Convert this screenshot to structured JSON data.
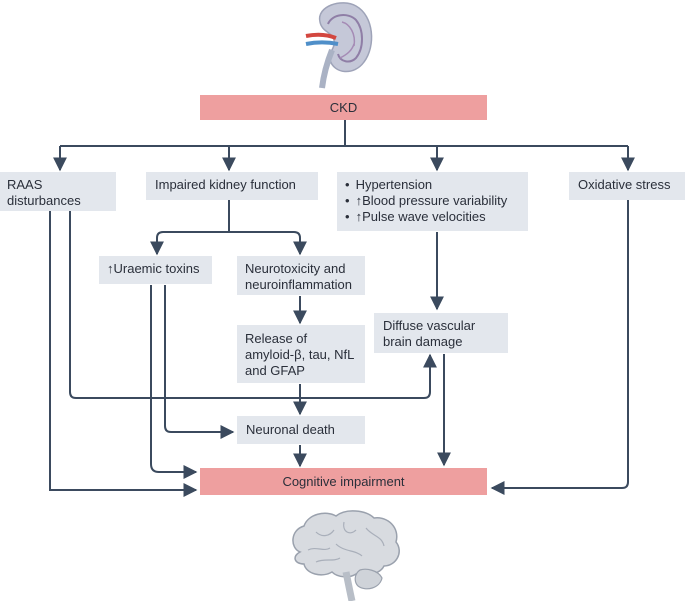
{
  "nodes": {
    "ckd": "CKD",
    "raas": [
      "RAAS",
      "disturbances"
    ],
    "impaired": "Impaired kidney function",
    "vascular_bullets": [
      "Hypertension",
      "↑Blood pressure variability",
      "↑Pulse wave velocities"
    ],
    "oxidative": "Oxidative stress",
    "uraemic": "↑Uraemic toxins",
    "neurotox": [
      "Neurotoxicity and",
      "neuroinflammation"
    ],
    "release": [
      "Release of",
      "amyloid-β, tau, NfL",
      "and GFAP"
    ],
    "diffuse": [
      "Diffuse vascular",
      "brain damage"
    ],
    "neuronal": "Neuronal death",
    "cognitive": "Cognitive impairment"
  },
  "illustrations": {
    "top": "kidney-illustration",
    "bottom": "brain-illustration"
  },
  "colors": {
    "highlight_box": "#ee9f9f",
    "node_box": "#e3e7ed",
    "arrow": "#3b4a5e",
    "kidney": "#c5c8d8",
    "brain": "#d8dbe0"
  }
}
